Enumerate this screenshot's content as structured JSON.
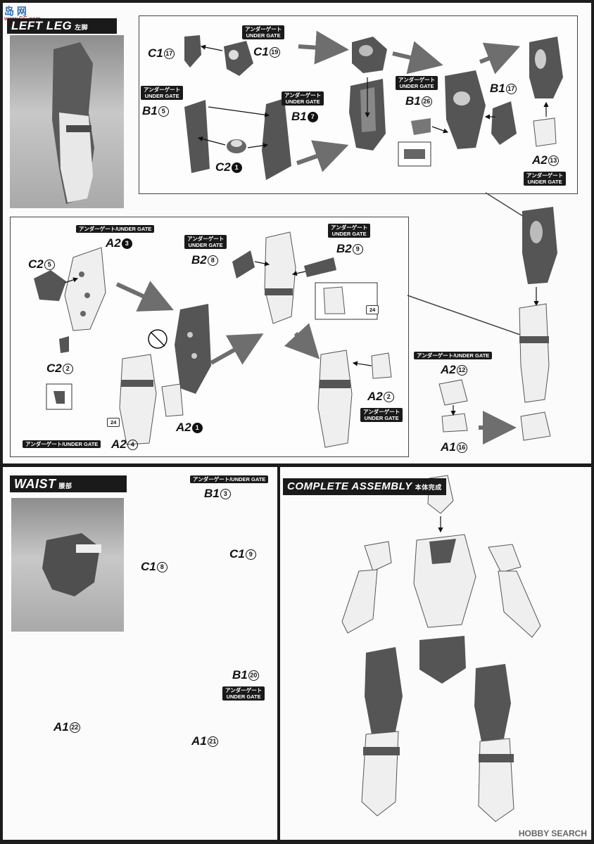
{
  "watermark": {
    "site_cn": "岛 网",
    "site_url": "www.GG.com",
    "footer": "HOBBY SEARCH"
  },
  "left_leg": {
    "title": "LEFT LEG",
    "subtitle": "左脚",
    "top_steps": {
      "c17": {
        "part": "C1",
        "num": "17",
        "style": "o"
      },
      "c19": {
        "part": "C1",
        "num": "19",
        "style": "o"
      },
      "b15": {
        "part": "B1",
        "num": "5",
        "style": "o"
      },
      "b17": {
        "part": "B1",
        "num": "7",
        "style": "f"
      },
      "c21": {
        "part": "C2",
        "num": "1",
        "style": "f"
      },
      "b126": {
        "part": "B1",
        "num": "26",
        "style": "o"
      },
      "b117": {
        "part": "B1",
        "num": "17",
        "style": "o"
      },
      "a213": {
        "part": "A2",
        "num": "13",
        "style": "o"
      }
    },
    "mid_steps": {
      "c25": {
        "part": "C2",
        "num": "5",
        "style": "o"
      },
      "a23": {
        "part": "A2",
        "num": "3",
        "style": "f"
      },
      "b28": {
        "part": "B2",
        "num": "8",
        "style": "o"
      },
      "b29": {
        "part": "B2",
        "num": "9",
        "style": "o"
      },
      "c22": {
        "part": "C2",
        "num": "2",
        "style": "o"
      },
      "a21": {
        "part": "A2",
        "num": "1",
        "style": "f"
      },
      "a24": {
        "part": "A2",
        "num": "4",
        "style": "o"
      },
      "a22": {
        "part": "A2",
        "num": "2",
        "style": "o"
      }
    },
    "right_steps": {
      "a212": {
        "part": "A2",
        "num": "12",
        "style": "o"
      },
      "a116": {
        "part": "A1",
        "num": "16",
        "style": "o"
      }
    },
    "under_gate_jp": "アンダーゲート",
    "under_gate_en": "UNDER GATE",
    "under_gate_inline": "アンダーゲート/UNDER GATE",
    "ref_page": "24"
  },
  "waist": {
    "title": "WAIST",
    "subtitle": "腰部",
    "steps": {
      "b13": {
        "part": "B1",
        "num": "3",
        "style": "o"
      },
      "c18": {
        "part": "C1",
        "num": "8",
        "style": "o"
      },
      "c19": {
        "part": "C1",
        "num": "9",
        "style": "o"
      },
      "b120": {
        "part": "B1",
        "num": "20",
        "style": "o"
      },
      "a122": {
        "part": "A1",
        "num": "22",
        "style": "o"
      },
      "a121": {
        "part": "A1",
        "num": "21",
        "style": "o"
      }
    },
    "gate_inline": "アンダーゲート/UNDER GATE",
    "gate_jp": "アンダーゲート",
    "gate_en": "UNDER GATE"
  },
  "complete": {
    "title": "COMPLETE ASSEMBLY",
    "subtitle": "本体完成"
  },
  "colors": {
    "part_dark": "#555555",
    "part_light": "#efefef",
    "arrow": "#6e6e6e",
    "header_bg": "#1a1a1a"
  }
}
